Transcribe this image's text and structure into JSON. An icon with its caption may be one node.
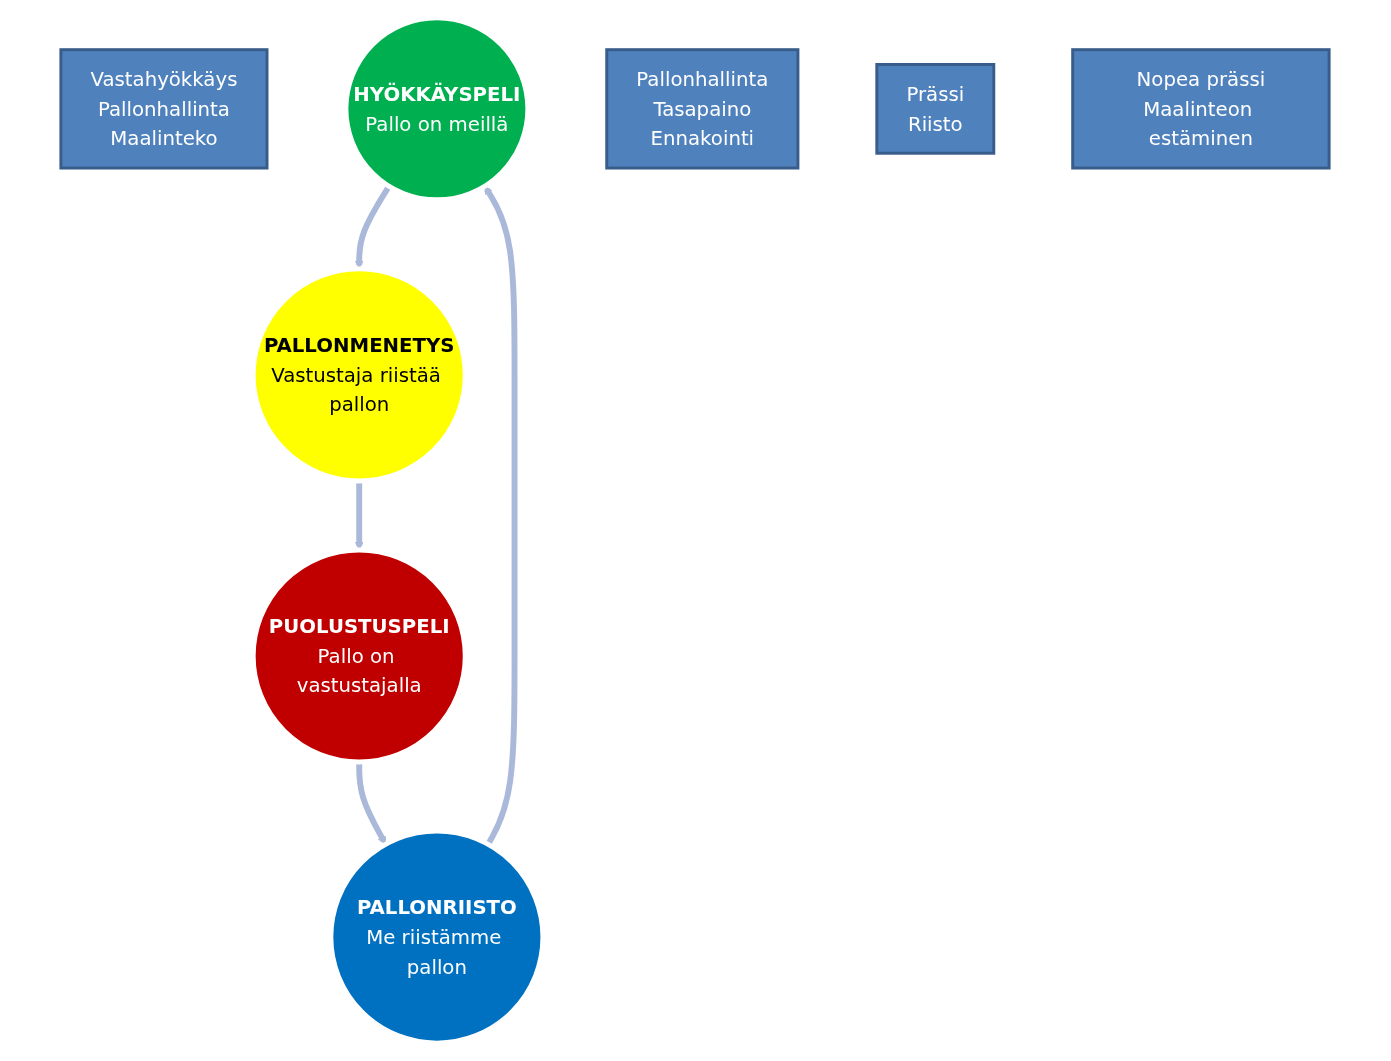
{
  "diagram": {
    "nodes": [
      {
        "text": [
          "Vastahyökkäys",
          "Pallonhallinta",
          "Maalinteko"
        ]
      },
      {
        "text": [
          "HYÖKKÄYSPELI",
          "Pallo on meillä"
        ]
      },
      {
        "text": [
          "Pallonhallinta",
          "Tasapaino",
          "Ennakointi"
        ]
      },
      {
        "text": [
          "PALLONRIISTO",
          "Me riistämme pallon"
        ]
      },
      {
        "text": [
          "PALLONMENETYS",
          "Vastustaja riistää pallon"
        ]
      },
      {
        "text": [
          "Prässi",
          "Riisto"
        ]
      },
      {
        "text": [
          "PUOLUSTUSPELI",
          "Pallo on vastustajalla"
        ]
      },
      {
        "text": [
          "Nopea prässi",
          "Maalinteon estäminen"
        ]
      }
    ],
    "edges": [
      {
        "from": 1,
        "to": 4,
        "arrow": "to"
      },
      {
        "from": 4,
        "to": 6,
        "arrow": "to"
      },
      {
        "from": 6,
        "to": 3,
        "arrow": "to"
      },
      {
        "from": 3,
        "to": 1,
        "arrow": "to"
      }
    ]
  }
}
